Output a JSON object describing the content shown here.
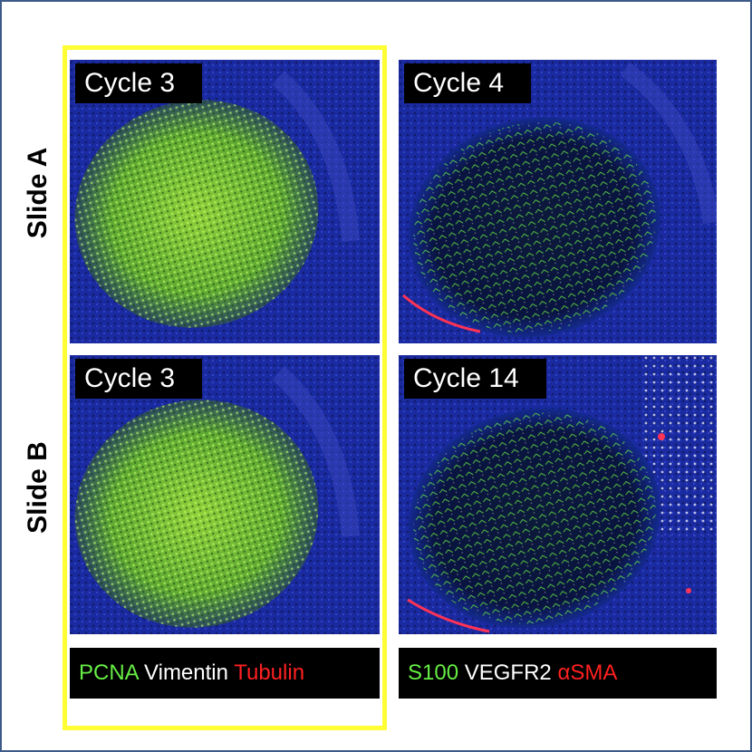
{
  "row_labels": [
    "Slide A",
    "Slide B"
  ],
  "panels": [
    {
      "label": "Cycle 3",
      "stain": "pcna"
    },
    {
      "label": "Cycle 4",
      "stain": "s100"
    },
    {
      "label": "Cycle 3",
      "stain": "pcna"
    },
    {
      "label": "Cycle 14",
      "stain": "s100"
    }
  ],
  "legend_left": [
    {
      "text": "PCNA",
      "color": "#66ee44"
    },
    {
      "text": "Vimentin",
      "color": "#ffffff"
    },
    {
      "text": "Tubulin",
      "color": "#ff2020"
    }
  ],
  "legend_right": [
    {
      "text": "S100",
      "color": "#66ee44"
    },
    {
      "text": "VEGFR2",
      "color": "#ffffff"
    },
    {
      "text": "αSMA",
      "color": "#ff2020"
    }
  ],
  "colors": {
    "frame": "#3d5a8a",
    "highlight": "#ffff33",
    "nuclei_blue": "#1a2aa0"
  }
}
